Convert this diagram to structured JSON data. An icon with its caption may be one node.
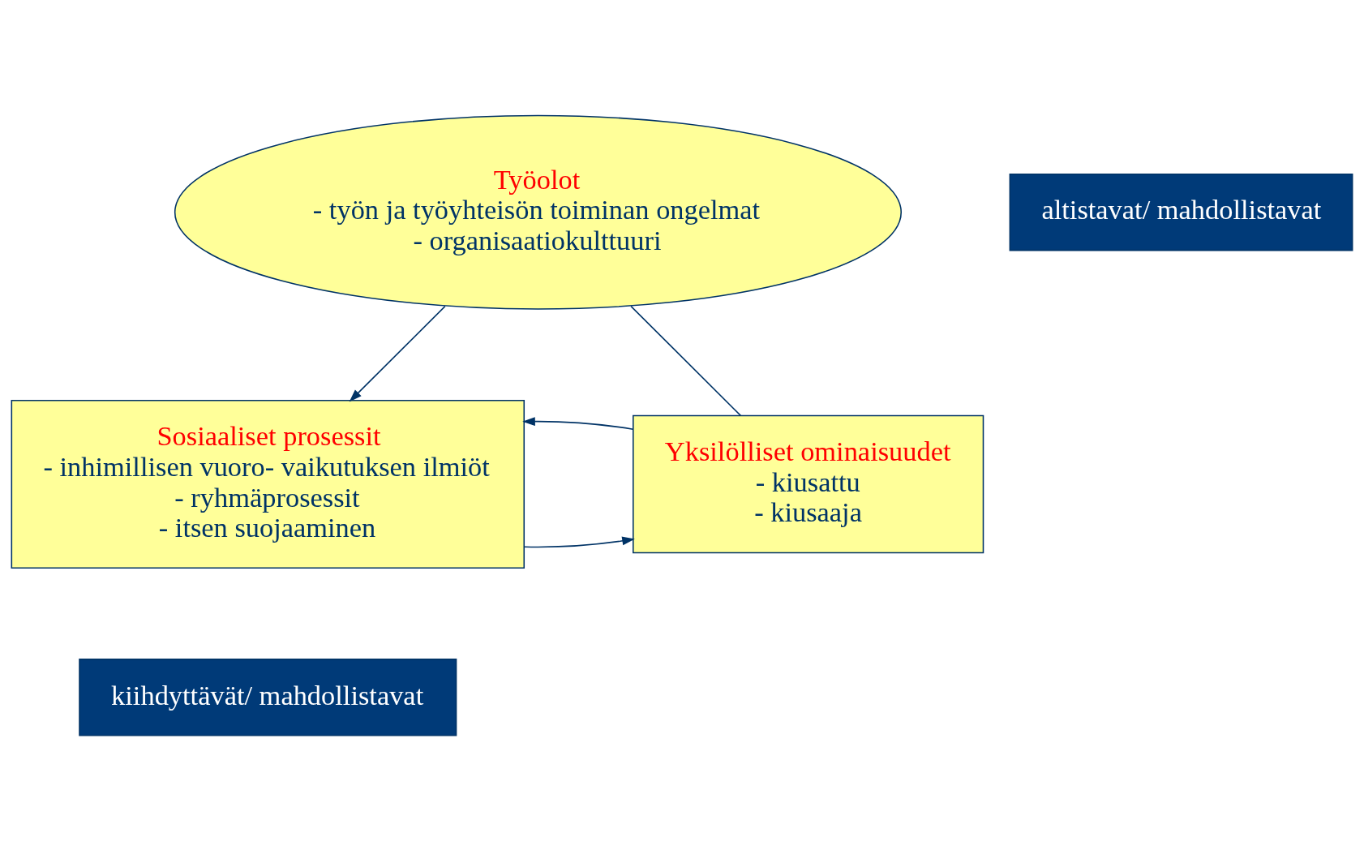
{
  "diagram": {
    "nodes": [
      {
        "text": [
          "Työolot",
          "- työn ja työyhteisön toiminan ongelmat",
          "- organisaatiokulttuuri"
        ]
      },
      {
        "text": [
          "altistavat/ mahdollistavat"
        ]
      },
      {
        "text": [
          "Sosiaaliset prosessit",
          "- inhimillisen vuoro- vaikutuksen ilmiöt",
          "- ryhmäprosessit",
          "- itsen suojaaminen"
        ]
      },
      {
        "text": [
          "Yksilölliset ominaisuudet",
          "- kiusattu",
          "- kiusaaja"
        ]
      },
      {
        "text": [
          "kiihdyttävät/ mahdollistavat"
        ]
      }
    ],
    "edges": [
      {
        "from": 0,
        "to": 2,
        "arrow": "to"
      },
      {
        "from": 0,
        "to": 3,
        "arrow": "none"
      },
      {
        "from": 2,
        "to": 3,
        "arrow": "to"
      },
      {
        "from": 3,
        "to": 2,
        "arrow": "to"
      }
    ]
  }
}
